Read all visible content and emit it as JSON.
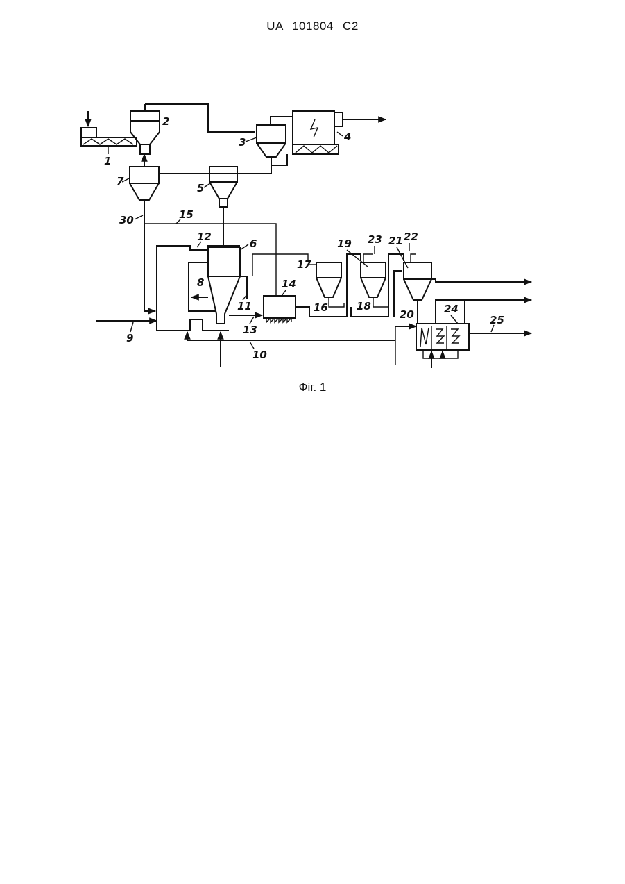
{
  "document": {
    "header": "UA 101804 C2",
    "caption": "Фіг. 1"
  },
  "diagram": {
    "labels": [
      "1",
      "2",
      "3",
      "4",
      "5",
      "6",
      "7",
      "8",
      "9",
      "10",
      "11",
      "12",
      "13",
      "14",
      "15",
      "16",
      "17",
      "18",
      "19",
      "20",
      "21",
      "22",
      "23",
      "24",
      "25",
      "30"
    ]
  }
}
